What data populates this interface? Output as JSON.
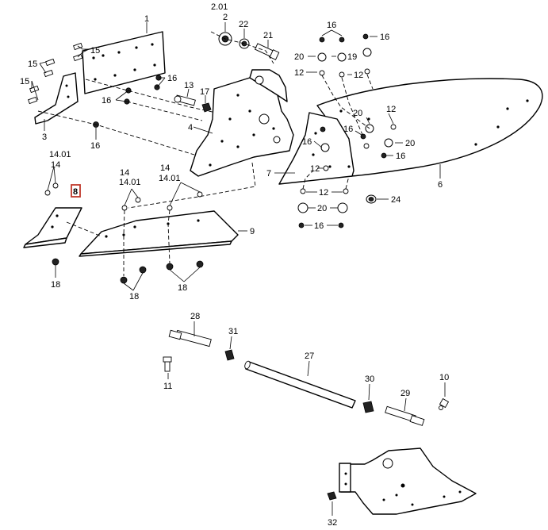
{
  "callouts": {
    "c_1": "1",
    "c_2_01": "2.01",
    "c_2": "2",
    "c_22": "22",
    "c_21": "21",
    "c_16_a": "16",
    "c_16_b": "16",
    "c_19": "19",
    "c_20_a": "20",
    "c_12_a": "12",
    "c_12_b": "12",
    "c_15_a": "15",
    "c_15_b": "15",
    "c_15_c": "15",
    "c_16_c": "16",
    "c_16_d": "16",
    "c_13": "13",
    "c_17": "17",
    "c_3": "3",
    "c_16_e": "16",
    "c_4": "4",
    "c_20_b": "20",
    "c_12_c": "12",
    "c_16_f": "16",
    "c_16_g": "16",
    "c_20_c": "20",
    "c_16_h": "16",
    "c_12_d": "12",
    "c_7": "7",
    "c_6": "6",
    "c_14_01_a": "14.01",
    "c_14_a": "14",
    "c_8": "8",
    "c_14_b": "14",
    "c_14_01_b": "14.01",
    "c_14_c": "14",
    "c_14_01_c": "14.01",
    "c_12_e": "12",
    "c_20_d": "20",
    "c_24": "24",
    "c_16_i": "16",
    "c_9": "9",
    "c_18_a": "18",
    "c_18_b": "18",
    "c_18_c": "18",
    "c_28": "28",
    "c_31": "31",
    "c_27": "27",
    "c_11": "11",
    "c_30": "30",
    "c_10": "10",
    "c_29": "29",
    "c_32": "32"
  },
  "highlight": {
    "color": "#c0392b"
  }
}
